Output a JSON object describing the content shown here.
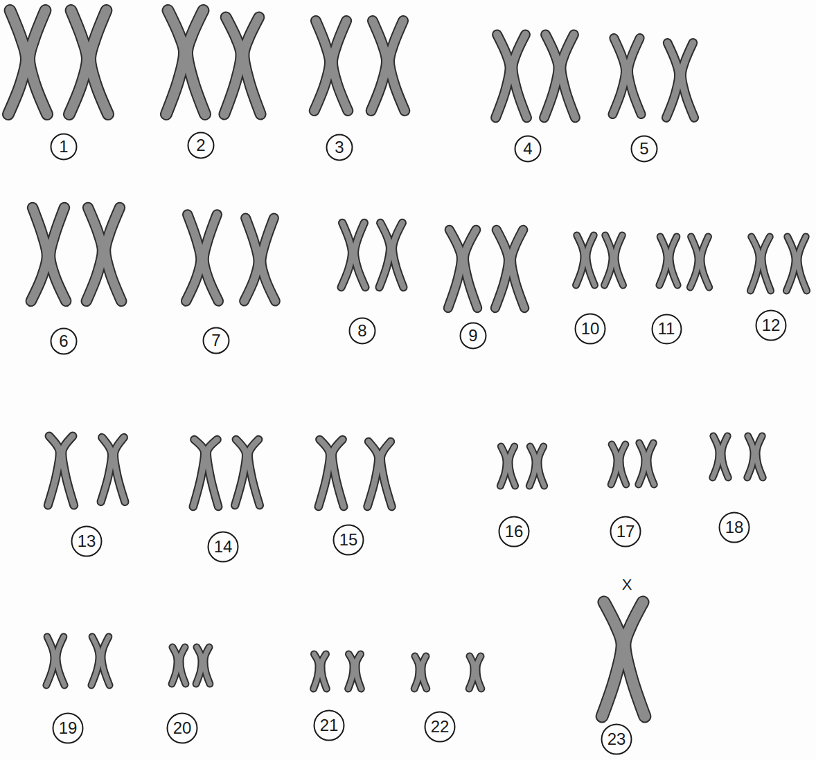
{
  "diagram": {
    "nodes": [
      {
        "text": [
          "1"
        ]
      },
      {
        "text": [
          "2"
        ]
      },
      {
        "text": [
          "3"
        ]
      },
      {
        "text": [
          "4"
        ]
      },
      {
        "text": [
          "5"
        ]
      },
      {
        "text": [
          "6"
        ]
      },
      {
        "text": [
          "7"
        ]
      },
      {
        "text": [
          "8"
        ]
      },
      {
        "text": [
          "9"
        ]
      },
      {
        "text": [
          "10"
        ]
      },
      {
        "text": [
          "11"
        ]
      },
      {
        "text": [
          "12"
        ]
      },
      {
        "text": [
          "13"
        ]
      },
      {
        "text": [
          "14"
        ]
      },
      {
        "text": [
          "15"
        ]
      },
      {
        "text": [
          "16"
        ]
      },
      {
        "text": [
          "17"
        ]
      },
      {
        "text": [
          "18"
        ]
      },
      {
        "text": [
          "19"
        ]
      },
      {
        "text": [
          "20"
        ]
      },
      {
        "text": [
          "21"
        ]
      },
      {
        "text": [
          "22"
        ]
      },
      {
        "text": [
          "23"
        ]
      }
    ],
    "labels": [
      "X"
    ]
  }
}
